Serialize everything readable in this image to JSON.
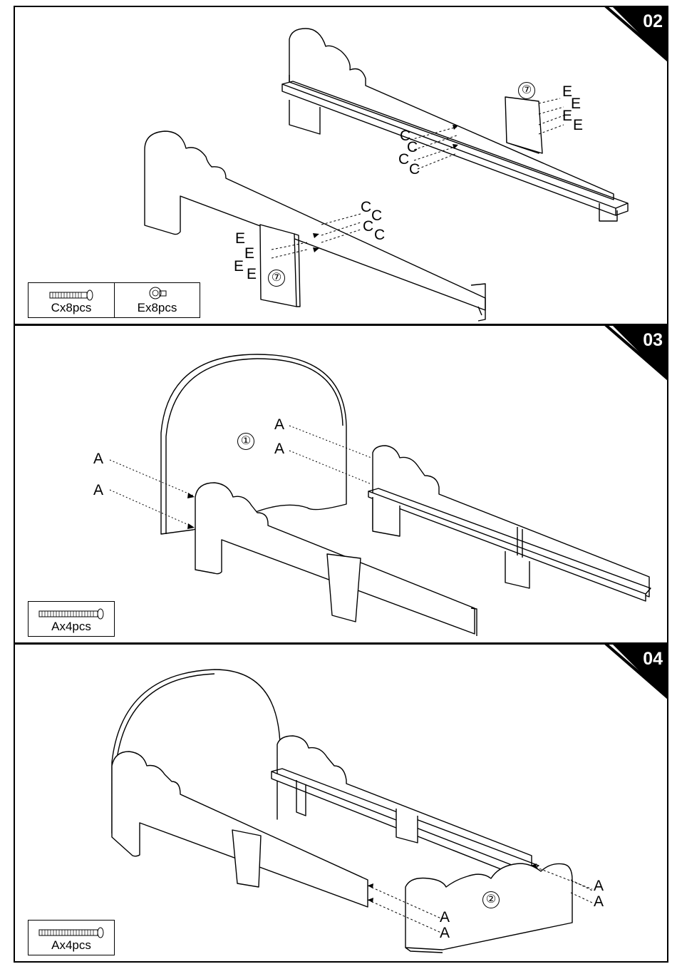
{
  "steps": [
    {
      "number": "02",
      "hardware": [
        {
          "label": "Cx8pcs",
          "icon": "long-screw-icon"
        },
        {
          "label": "Ex8pcs",
          "icon": "round-screw-icon"
        }
      ],
      "part_labels": [
        "⑦",
        "⑦"
      ],
      "letters": {
        "c": "C",
        "e": "E"
      }
    },
    {
      "number": "03",
      "hardware": [
        {
          "label": "Ax4pcs",
          "icon": "long-bolt-icon"
        }
      ],
      "part_labels": [
        "①"
      ],
      "letters": {
        "a": "A"
      }
    },
    {
      "number": "04",
      "hardware": [
        {
          "label": "Ax4pcs",
          "icon": "long-bolt-icon"
        }
      ],
      "part_labels": [
        "②"
      ],
      "letters": {
        "a": "A"
      }
    }
  ]
}
